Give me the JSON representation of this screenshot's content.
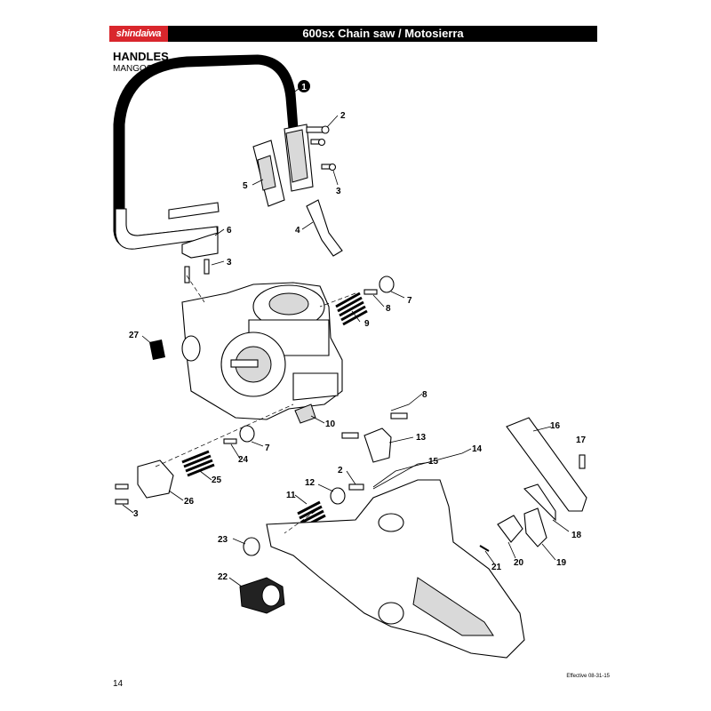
{
  "header": {
    "brand": "shindaiwa",
    "title": "600sx Chain saw / Motosierra"
  },
  "section": {
    "title": "HANDLES",
    "subtitle": "MANGOS"
  },
  "callouts": {
    "c1": "1",
    "c2a": "2",
    "c2b": "2",
    "c3a": "3",
    "c3b": "3",
    "c3c": "3",
    "c4": "4",
    "c5": "5",
    "c6": "6",
    "c7a": "7",
    "c7b": "7",
    "c8a": "8",
    "c8b": "8",
    "c9": "9",
    "c10": "10",
    "c11": "11",
    "c12": "12",
    "c13": "13",
    "c14": "14",
    "c15": "15",
    "c16": "16",
    "c17": "17",
    "c18": "18",
    "c19": "19",
    "c20": "20",
    "c21": "21",
    "c22": "22",
    "c23": "23",
    "c24": "24",
    "c25": "25",
    "c26": "26",
    "c27": "27"
  },
  "footer": {
    "page_number": "14",
    "effective": "Effective 08-31-15"
  },
  "colors": {
    "brand_red": "#d9262c",
    "header_black": "#000000"
  }
}
